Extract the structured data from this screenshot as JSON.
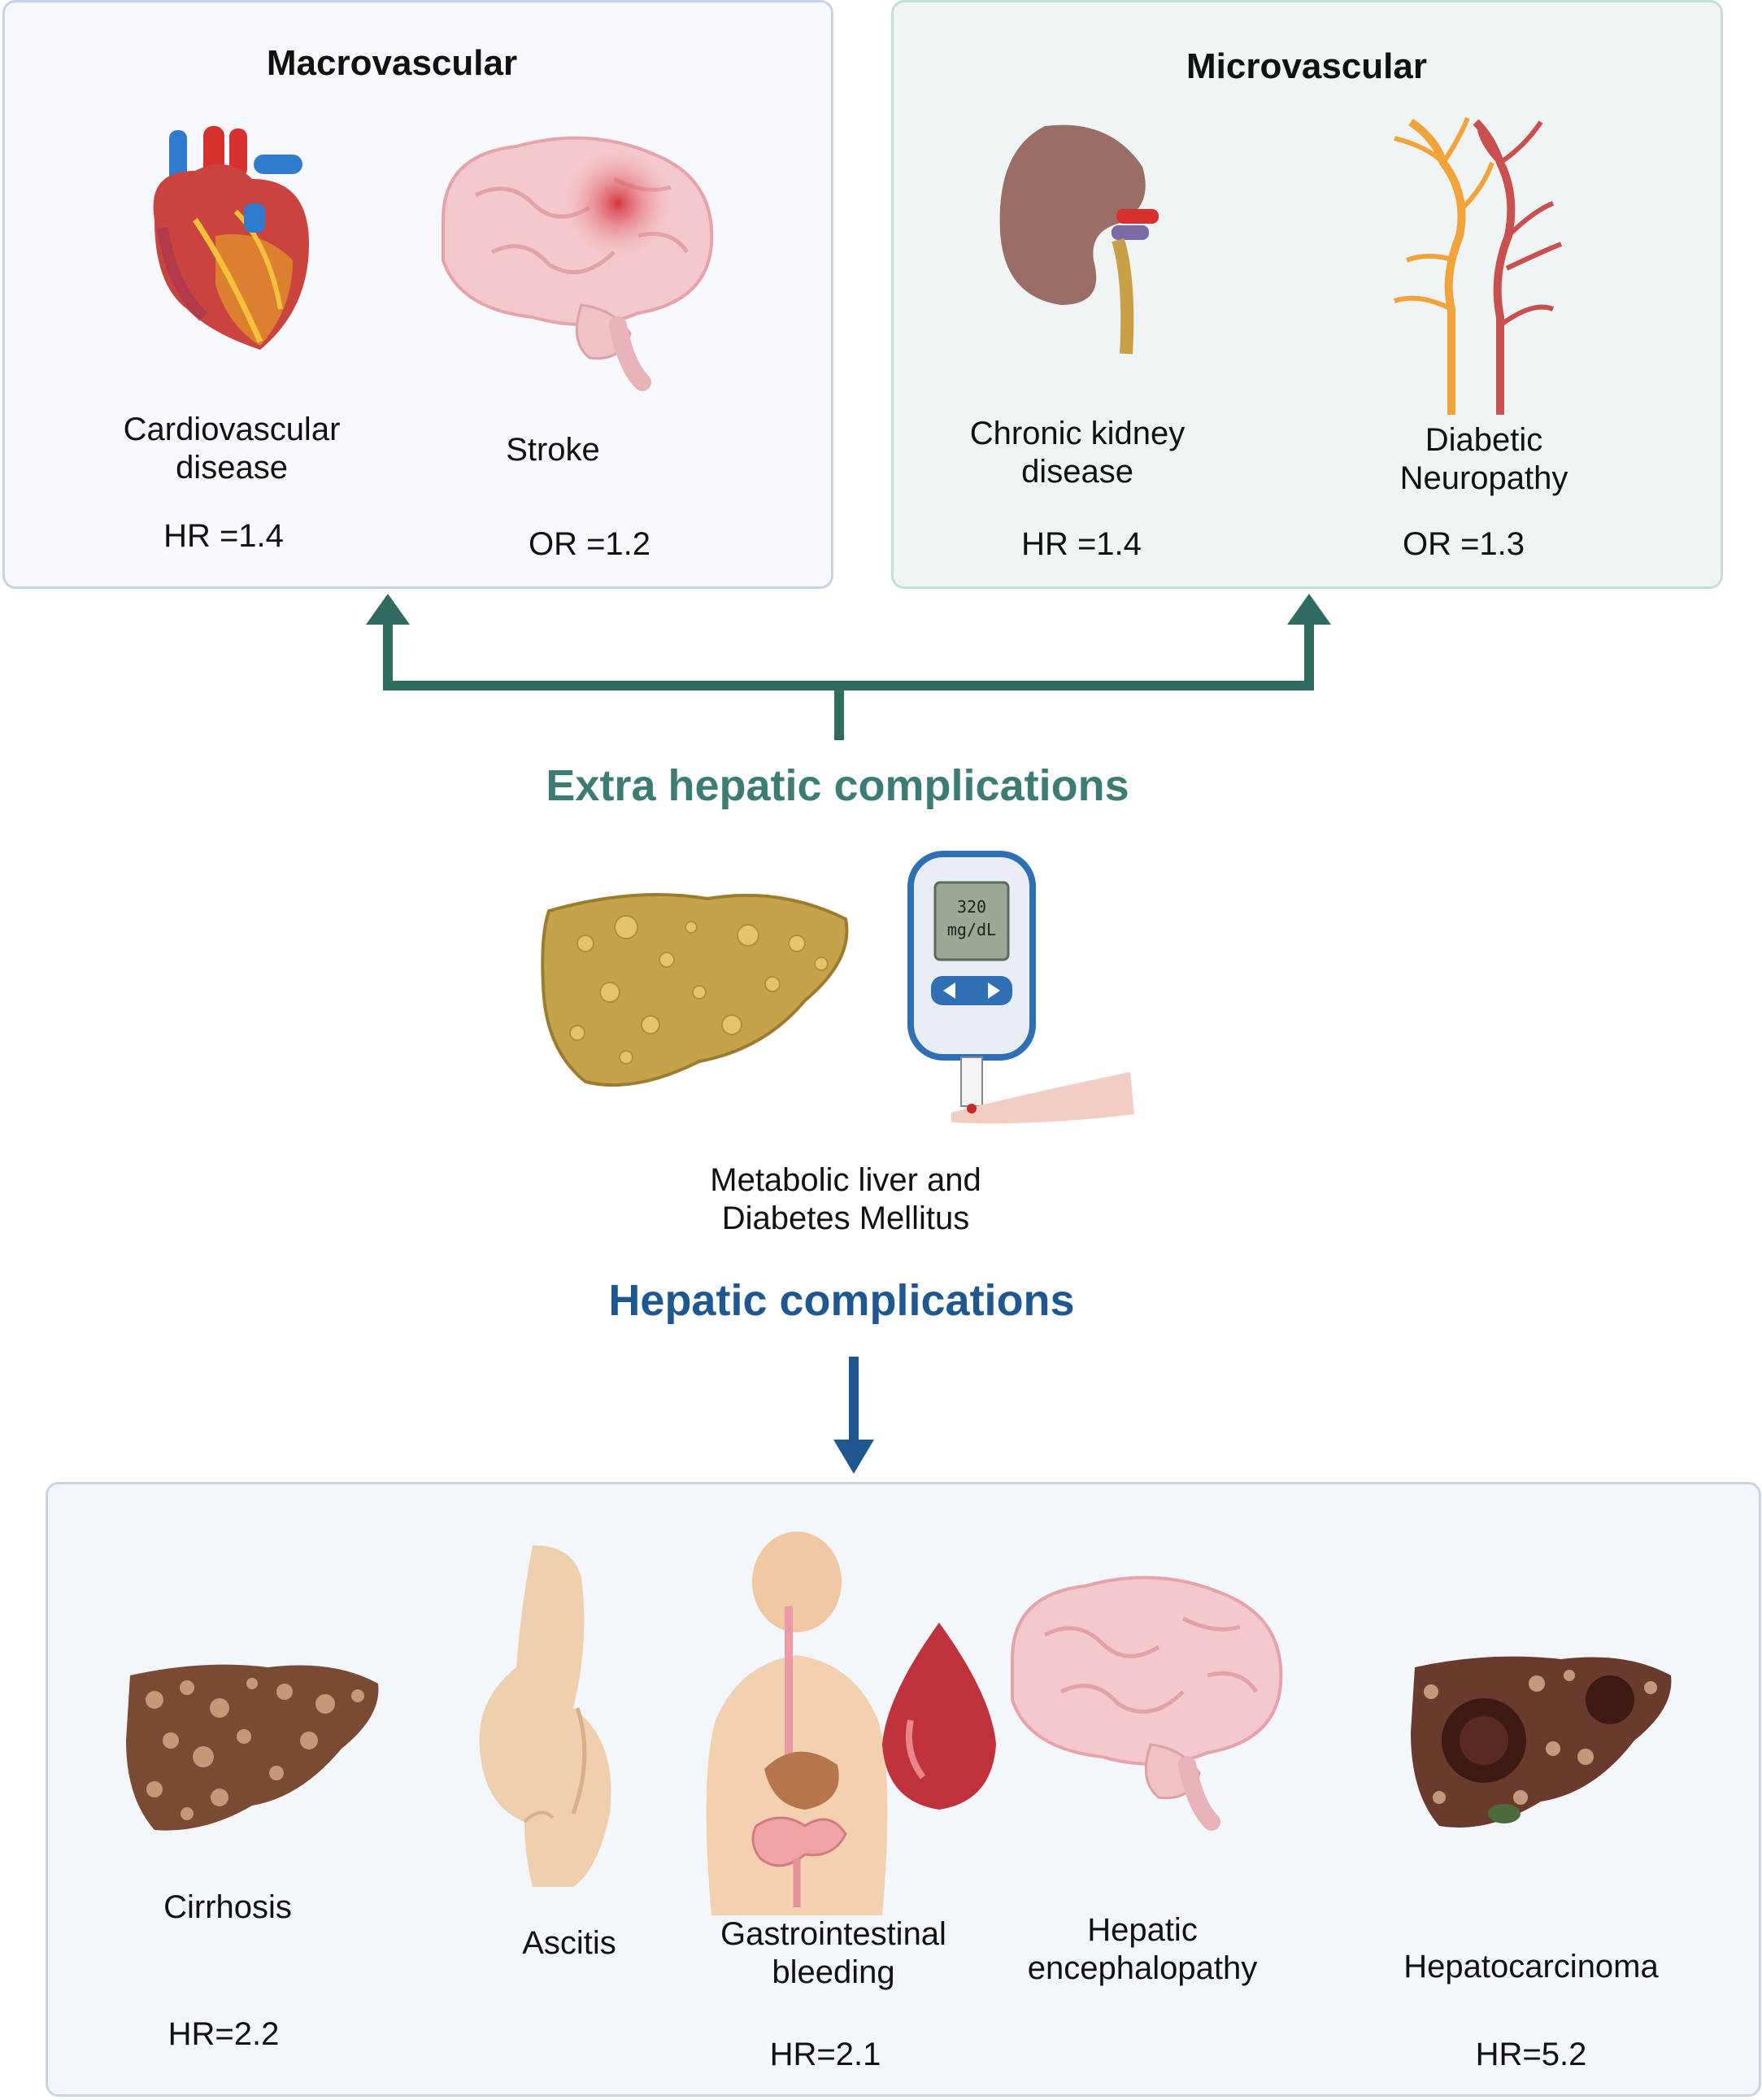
{
  "colors": {
    "extra_arrow": "#2f6b5f",
    "hepatic_arrow": "#1f5790",
    "extra_title": "#3d7c74",
    "hepatic_title": "#1f5790"
  },
  "macrovascular": {
    "heading": "Macrovascular",
    "items": [
      {
        "icon": "heart-icon",
        "label_lines": [
          "Cardiovascular",
          "disease"
        ],
        "stat": "HR =1.4"
      },
      {
        "icon": "brain-stroke-icon",
        "label_lines": [
          "Stroke"
        ],
        "stat": "OR =1.2"
      }
    ]
  },
  "microvascular": {
    "heading": "Microvascular",
    "items": [
      {
        "icon": "kidney-icon",
        "label_lines": [
          "Chronic kidney",
          "disease"
        ],
        "stat": "HR =1.4"
      },
      {
        "icon": "nerve-icon",
        "label_lines": [
          "Diabetic",
          "Neuropathy"
        ],
        "stat": "OR =1.3"
      }
    ]
  },
  "extra_hepatic_title": "Extra hepatic complications",
  "center": {
    "label_lines": [
      "Metabolic liver and",
      "Diabetes Mellitus"
    ],
    "glucometer_reading_lines": [
      "320",
      "mg/dL"
    ]
  },
  "hepatic_title": "Hepatic complications",
  "hepatic": {
    "items": [
      {
        "icon": "cirrhotic-liver-icon",
        "label_lines": [
          "Cirrhosis"
        ],
        "stat": "HR=2.2"
      },
      {
        "icon": "ascites-body-icon",
        "label_lines": [
          "Ascitis"
        ],
        "stat": ""
      },
      {
        "icon": "gi-tract-blood-drop-icon",
        "label_lines": [
          "Gastrointestinal",
          "bleeding"
        ],
        "stat": "HR=2.1"
      },
      {
        "icon": "brain-icon",
        "label_lines": [
          "Hepatic",
          "encephalopathy"
        ],
        "stat": ""
      },
      {
        "icon": "liver-tumor-icon",
        "label_lines": [
          "Hepatocarcinoma"
        ],
        "stat": "HR=5.2"
      }
    ]
  }
}
